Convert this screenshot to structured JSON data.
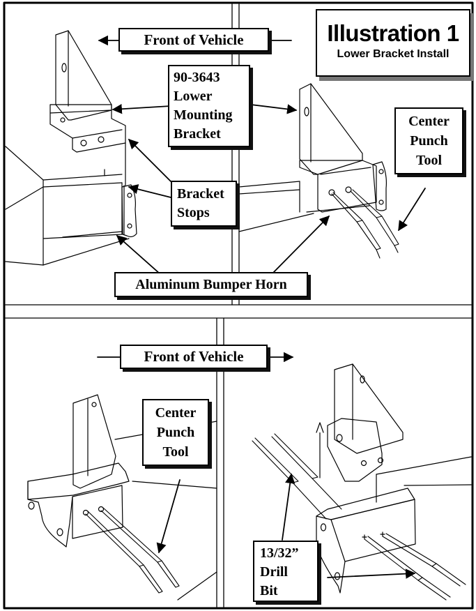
{
  "title": {
    "main": "Illustration 1",
    "sub": "Lower Bracket Install"
  },
  "labels": {
    "front_top": "Front of Vehicle",
    "bracket_part_lines": [
      "90-3643",
      "Lower",
      "Mounting",
      "Bracket"
    ],
    "bracket_stops_lines": [
      "Bracket",
      "Stops"
    ],
    "center_punch_top_lines": [
      "Center",
      "Punch",
      "Tool"
    ],
    "bumper_horn": "Aluminum Bumper Horn",
    "front_bottom": "Front of Vehicle",
    "center_punch_bottom_lines": [
      "Center",
      "Punch",
      "Tool"
    ],
    "drill_bit_lines": [
      "13/32”",
      "Drill",
      "Bit"
    ]
  }
}
